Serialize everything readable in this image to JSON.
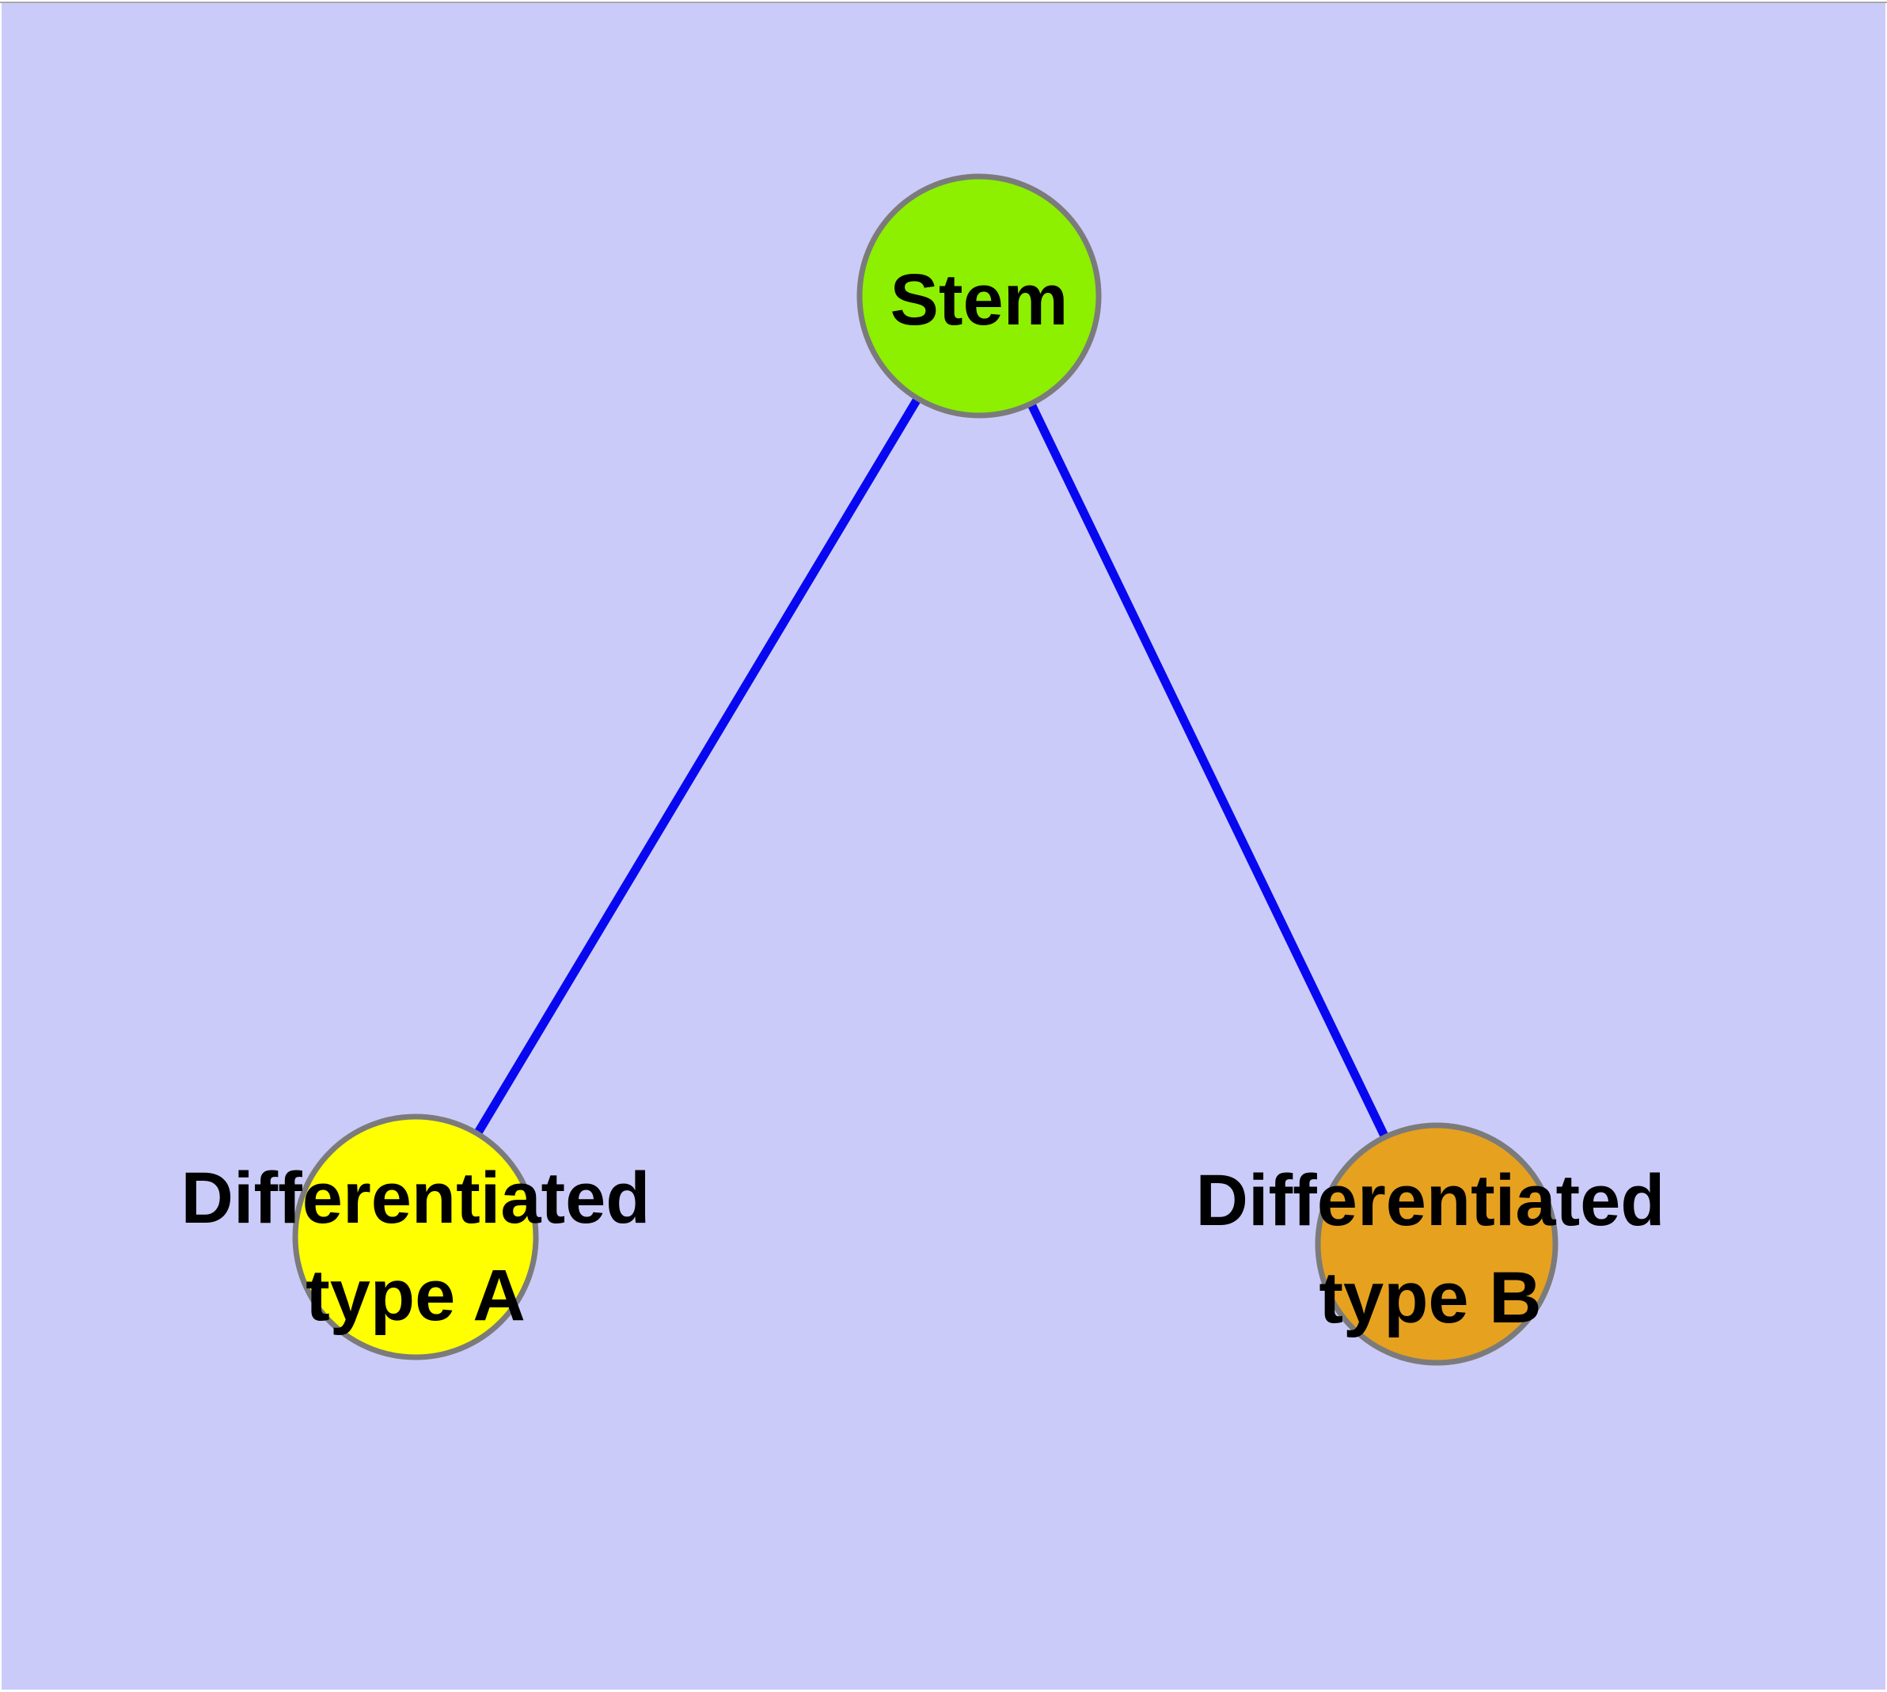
{
  "diagram": {
    "type": "node-link-graph",
    "background_color": "#CBCBF9",
    "frame": {
      "border_color": "#FFFFFF",
      "hairline_color": "#A9A9A9"
    },
    "edge_style": {
      "color": "#0808F0",
      "width": 11
    },
    "node_style": {
      "border_color": "#7B7B7B",
      "border_width": 7,
      "label_color": "#000000"
    },
    "nodes": [
      {
        "id": "stem",
        "label": "Stem",
        "label_line1": "Stem",
        "label_line2": "",
        "fill": "#8CF000"
      },
      {
        "id": "type-a",
        "label": "Differentiated type A",
        "label_line1": "Differentiated",
        "label_line2": "type A",
        "fill": "#FFFF00"
      },
      {
        "id": "type-b",
        "label": "Differentiated type B",
        "label_line1": "Differentiated",
        "label_line2": "type B",
        "fill": "#E6A11F"
      }
    ],
    "edges": [
      {
        "from": "Stem",
        "to": "Differentiated type A"
      },
      {
        "from": "Stem",
        "to": "Differentiated type B"
      }
    ]
  }
}
